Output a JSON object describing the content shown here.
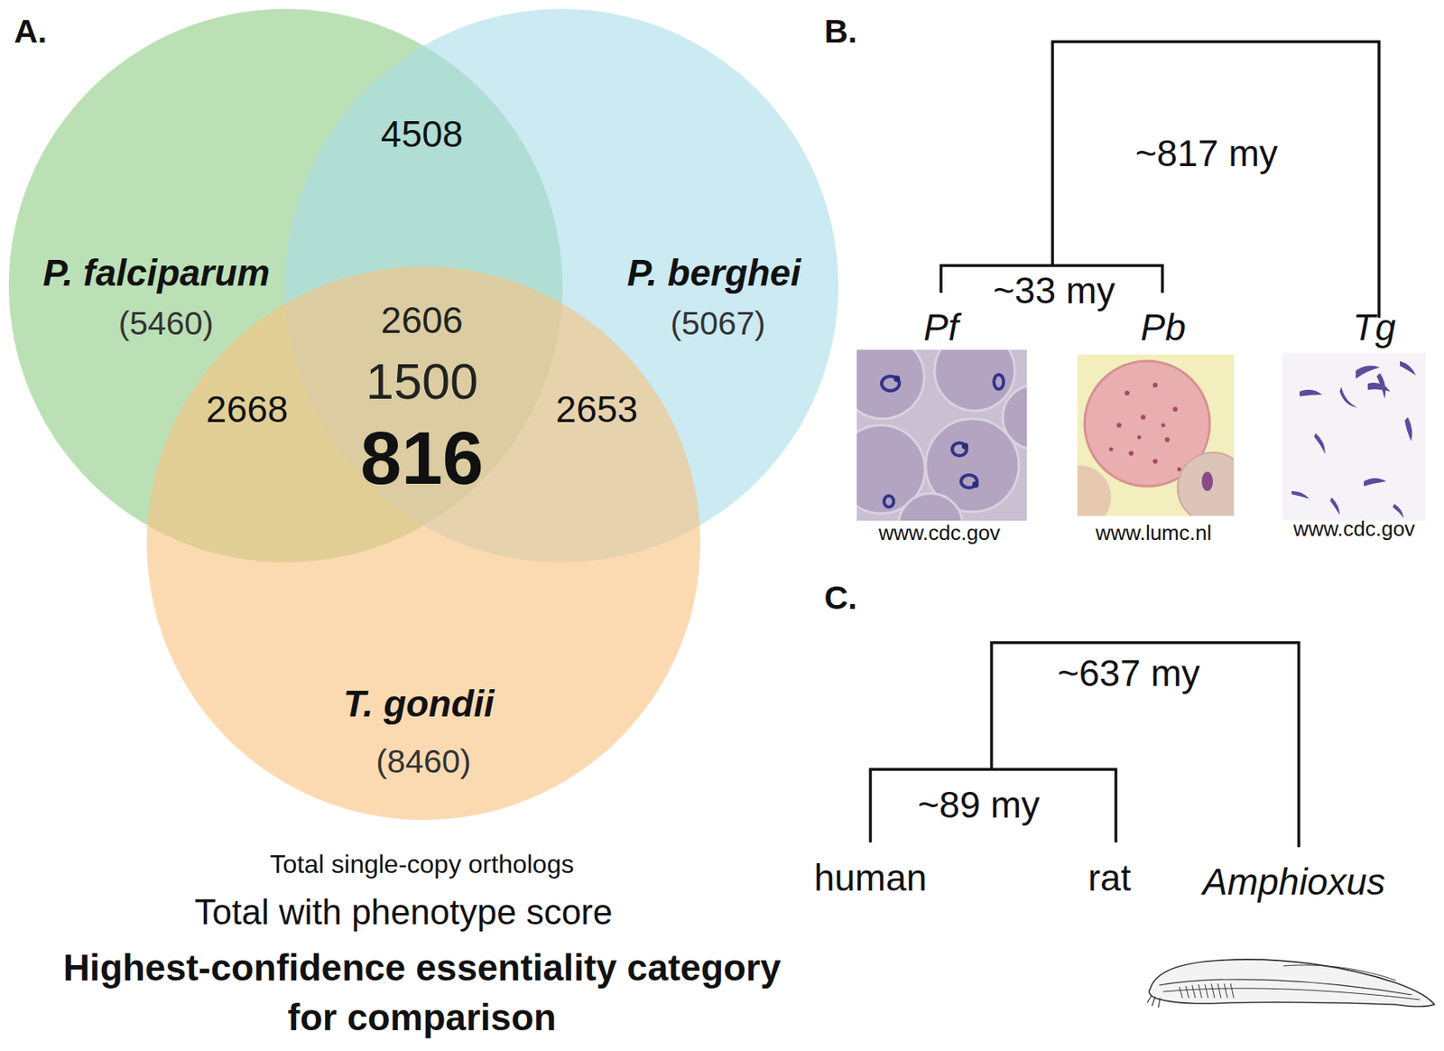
{
  "diagram": {
    "nodes": [
      {
        "text": [
          "P. falciparum",
          "(5460)"
        ]
      },
      {
        "text": [
          "P. berghei",
          "(5067)"
        ]
      },
      {
        "text": [
          "T. gondii",
          "(8460)"
        ]
      }
    ],
    "labels": [
      "A.",
      "4508",
      "2668",
      "2606",
      "1500",
      "816",
      "2653",
      "Total single-copy orthologs",
      "Total with phenotype score",
      "Highest-confidence essentiality category for comparison",
      "B.",
      "~817 my",
      "~33 my",
      "Pf",
      "Pb",
      "Tg",
      "www.cdc.gov",
      "www.lumc.nl",
      "www.cdc.gov",
      "C.",
      "~637 my",
      "~89 my",
      "human",
      "rat",
      "Amphioxus"
    ]
  }
}
